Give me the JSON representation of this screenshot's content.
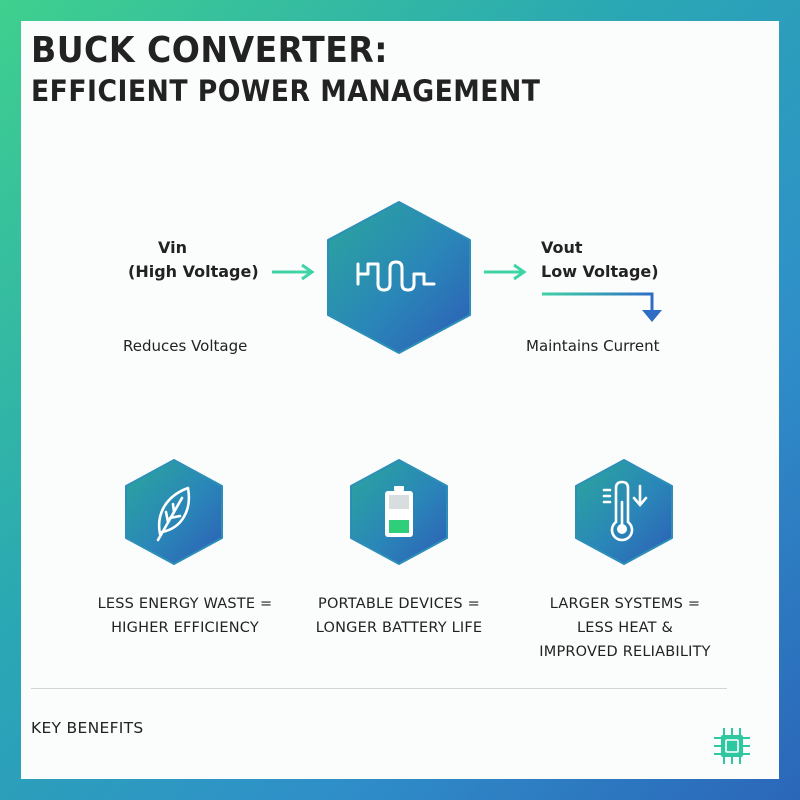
{
  "title": {
    "line1": "BUCK CONVERTER:",
    "line2": "EFFICIENT POWER MANAGEMENT"
  },
  "input": {
    "name": "Vin",
    "detail": "(High Voltage)",
    "caption": "Reduces Voltage"
  },
  "output": {
    "name": "Vout",
    "detail": "Low Voltage)",
    "caption": "Maintains Current"
  },
  "benefits": [
    {
      "icon": "leaf-icon",
      "line1": "LESS ENERGY WASTE =",
      "line2": "HIGHER EFFICIENCY"
    },
    {
      "icon": "battery-icon",
      "line1": "PORTABLE DEVICES =",
      "line2": "LONGER BATTERY LIFE"
    },
    {
      "icon": "thermometer-down-icon",
      "line1": "LARGER SYSTEMS =",
      "line2": "LESS HEAT &",
      "line3": "IMPROVED RELIABILITY"
    }
  ],
  "footer": {
    "label": "KEY BENEFITS",
    "icon": "chip-icon"
  },
  "colors": {
    "accent_green": "#3fd08e",
    "accent_blue": "#2b66b9",
    "arrow": "#3fd3a6"
  }
}
